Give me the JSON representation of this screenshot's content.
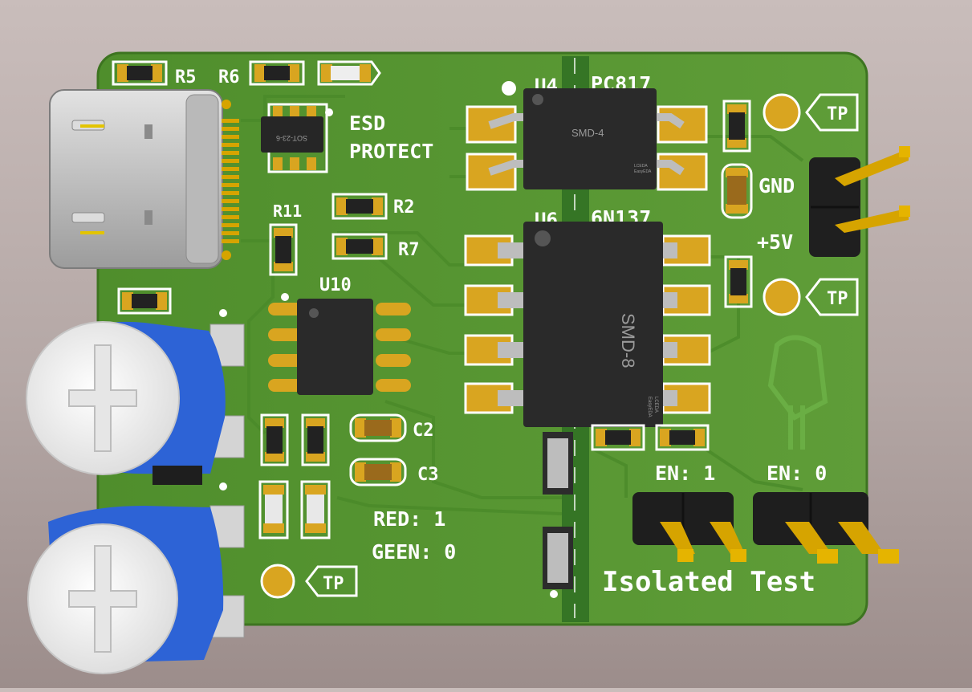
{
  "colors": {
    "board": "#5a9a34",
    "board_edge": "#3f7a22",
    "trace": "#4f8f2c",
    "pad": "#d9a520",
    "silkscreen": "#ffffff",
    "chip": "#2b2b2b",
    "pot_blue": "#2d63d6",
    "pot_white": "#f2f2f2",
    "connector": "#c8c8c8",
    "header": "#1e1e1e",
    "pin_gold": "#d6a400"
  },
  "labels": {
    "r5": "R5",
    "r6": "R6",
    "r2": "R2",
    "r7": "R7",
    "r11": "R11",
    "u4": "U4",
    "u6": "U6",
    "u10": "U10",
    "pc817": "PC817",
    "n6n137": "6N137",
    "esd": "ESD",
    "protect": "PROTECT",
    "c2": "C2",
    "c3": "C3",
    "gnd": "GND",
    "plus5v": "+5V",
    "tp": "TP",
    "red": "RED: 1",
    "geen": "GEEN: 0",
    "en1": "EN: 1",
    "en0": "EN: 0",
    "isolated_test": "Isolated Test"
  },
  "chip_marks": {
    "sot": "SOT-23-6",
    "smd4": "SMD-4",
    "smd8": "SMD-8",
    "lceda": "LCEDA",
    "easyeda": "EasyEDA"
  },
  "icons": [
    "usb-c-connector-icon",
    "potentiometer-icon",
    "pin-header-icon",
    "test-point-icon",
    "logo-icon"
  ]
}
